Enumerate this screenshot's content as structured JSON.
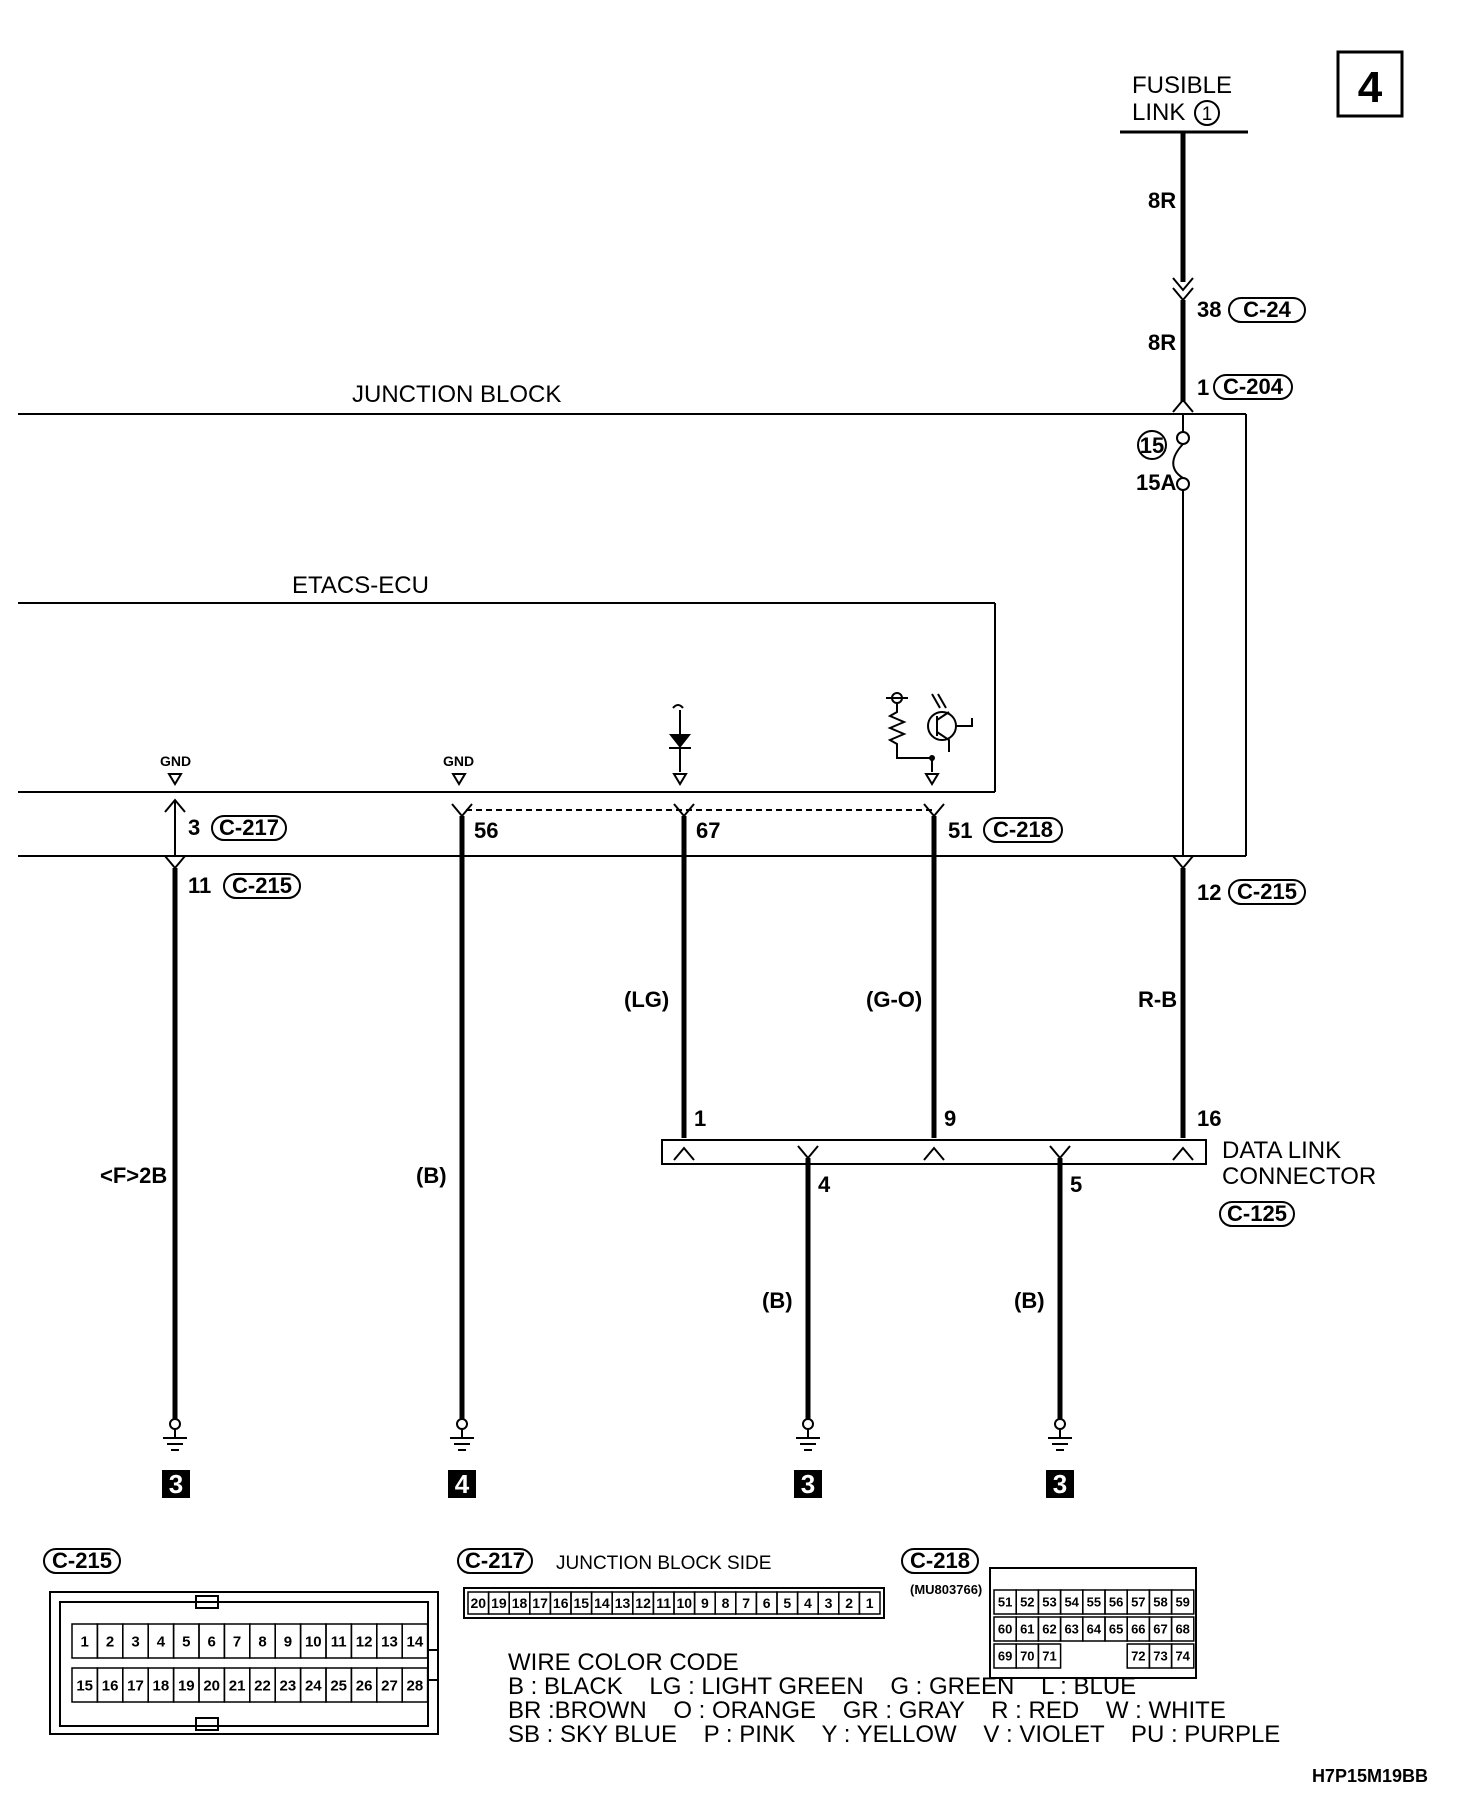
{
  "page_badge": "4",
  "fusible_link": {
    "line1": "FUSIBLE",
    "line2": "LINK",
    "num": "1"
  },
  "fuse": {
    "num": "15",
    "rating": "15A"
  },
  "blocks": {
    "junction": "JUNCTION BLOCK",
    "etacs": "ETACS-ECU",
    "gnd": "GND"
  },
  "wires": {
    "top_8r_a": "8R",
    "top_8r_b": "8R",
    "pin38": "38",
    "c24": "C-24",
    "pin1": "1",
    "c204": "C-204",
    "pin3": "3",
    "c217": "C-217",
    "pin11": "11",
    "c215_a": "C-215",
    "pin56": "56",
    "pin67": "67",
    "pin51": "51",
    "c218": "C-218",
    "pin12": "12",
    "c215_b": "C-215",
    "lg": "(LG)",
    "go": "(G-O)",
    "rb": "R-B",
    "f2b": "<F>2B",
    "b1": "(B)",
    "b2": "(B)",
    "b3": "(B)"
  },
  "dlc": {
    "line1": "DATA LINK",
    "line2": "CONNECTOR",
    "conn": "C-125",
    "p1": "1",
    "p9": "9",
    "p16": "16",
    "p4": "4",
    "p5": "5"
  },
  "grounds": [
    "3",
    "4",
    "3",
    "3"
  ],
  "connectors": {
    "c215": {
      "title": "C-215",
      "row1": [
        "1",
        "2",
        "3",
        "4",
        "5",
        "6",
        "7",
        "8",
        "9",
        "10",
        "11",
        "12",
        "13",
        "14"
      ],
      "row2": [
        "15",
        "16",
        "17",
        "18",
        "19",
        "20",
        "21",
        "22",
        "23",
        "24",
        "25",
        "26",
        "27",
        "28"
      ]
    },
    "c217": {
      "title": "C-217",
      "side": "JUNCTION BLOCK SIDE",
      "pins": [
        "20",
        "19",
        "18",
        "17",
        "16",
        "15",
        "14",
        "13",
        "12",
        "11",
        "10",
        "9",
        "8",
        "7",
        "6",
        "5",
        "4",
        "3",
        "2",
        "1"
      ]
    },
    "c218": {
      "title": "C-218",
      "part": "(MU803766)",
      "row1": [
        "51",
        "52",
        "53",
        "54",
        "55",
        "56",
        "57",
        "58",
        "59"
      ],
      "row2": [
        "60",
        "61",
        "62",
        "63",
        "64",
        "65",
        "66",
        "67",
        "68"
      ],
      "row3": [
        "69",
        "70",
        "71",
        "",
        "",
        "",
        "72",
        "73",
        "74"
      ]
    }
  },
  "legend": {
    "title": "WIRE COLOR CODE",
    "line1": "B : BLACK    LG : LIGHT GREEN    G : GREEN    L : BLUE",
    "line2": "BR :BROWN    O : ORANGE    GR : GRAY    R : RED    W : WHITE",
    "line3": "SB : SKY BLUE    P : PINK    Y : YELLOW    V : VIOLET    PU : PURPLE"
  },
  "doc_code": "H7P15M19BB"
}
